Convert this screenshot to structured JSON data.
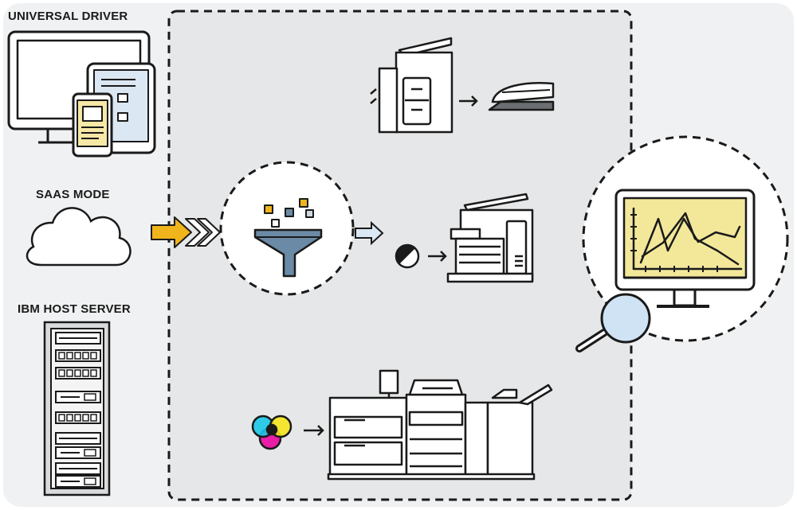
{
  "sources": {
    "universal_driver": "UNIVERSAL DRIVER",
    "saas_mode": "SAAS MODE",
    "ibm_host_server": "IBM HOST SERVER"
  },
  "icons": {
    "devices": "devices-icon",
    "cloud": "cloud-icon",
    "server": "server-rack-icon",
    "flow": "triple-chevron-arrow-icon",
    "funnel": "funnel-filter-icon",
    "output_arrow": "outlined-arrow-icon",
    "mfp_finisher": "printer-with-finisher-icon",
    "stapler": "stapler-icon",
    "bw_toner": "black-white-toner-icon",
    "office_printer": "office-printer-icon",
    "cmyk": "cmyk-color-icon",
    "production_press": "production-press-icon",
    "monitor_chart": "monitor-chart-icon",
    "magnifier": "magnifying-glass-icon"
  },
  "colors": {
    "background_panel": "#f0f1f2",
    "dashed_area": "#e6e7e8",
    "outline": "#1a1a1a",
    "accent_yellow": "#f0b41c",
    "device_blue": "#dbe7f3",
    "device_yellow": "#f6e8a6",
    "funnel_blue": "#6b8aa6",
    "screen_yellow": "#f3e89a",
    "lens_blue": "#cfe3f5",
    "cyan": "#19c8e8",
    "magenta": "#e81ea6",
    "yellow": "#f5e61c"
  }
}
